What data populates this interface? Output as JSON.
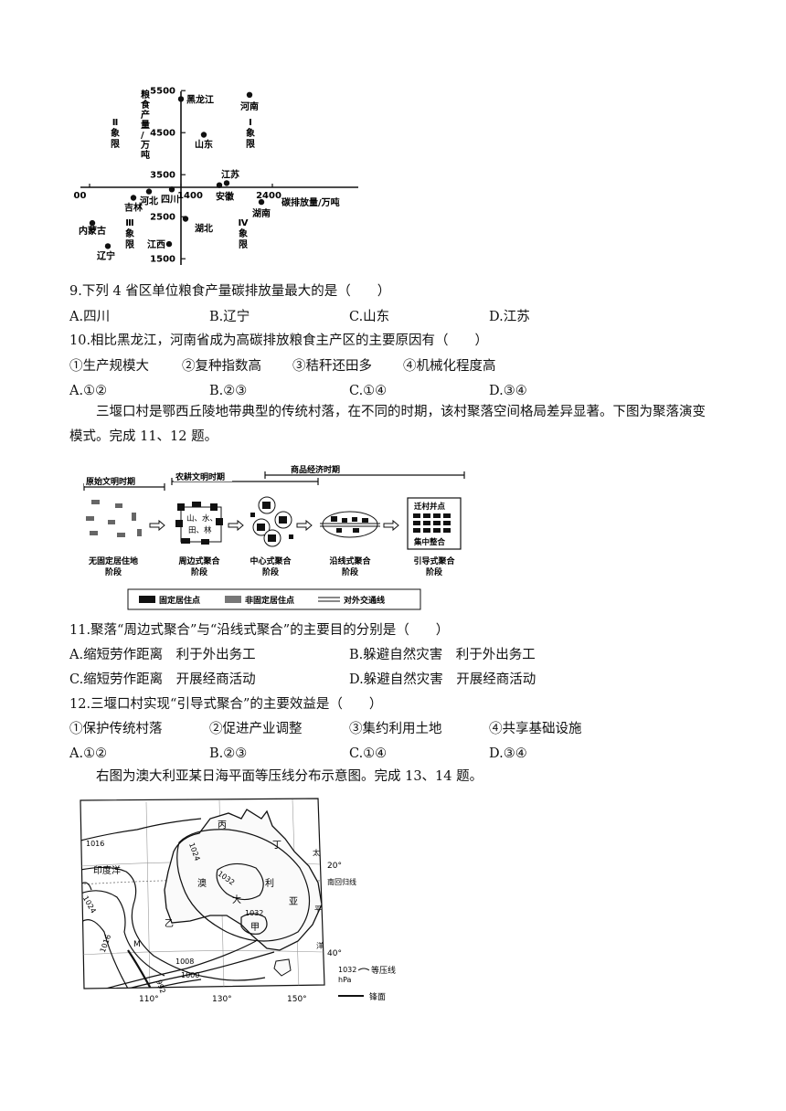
{
  "chart_data": {
    "type": "scatter",
    "title": "",
    "xlabel": "碳排放量/万吨",
    "ylabel": "粮食产量/万吨",
    "x_ticks": [
      "400",
      "1400",
      "2400"
    ],
    "y_ticks": [
      "5500",
      "4500",
      "3500",
      "2500",
      "1500"
    ],
    "quadrant_labels": [
      "Ⅰ象限",
      "Ⅱ象限",
      "Ⅲ象限",
      "Ⅳ象限"
    ],
    "points": [
      {
        "name": "黑龙江",
        "x": 1400,
        "y": 5300
      },
      {
        "name": "河南",
        "x": 2150,
        "y": 5400
      },
      {
        "name": "山东",
        "x": 1650,
        "y": 4450
      },
      {
        "name": "江苏",
        "x": 1900,
        "y": 3300
      },
      {
        "name": "安徽",
        "x": 1820,
        "y": 3250
      },
      {
        "name": "四川",
        "x": 1300,
        "y": 3150
      },
      {
        "name": "河北",
        "x": 1050,
        "y": 3100
      },
      {
        "name": "吉林",
        "x": 880,
        "y": 2950
      },
      {
        "name": "湖南",
        "x": 2280,
        "y": 2850
      },
      {
        "name": "湖北",
        "x": 1450,
        "y": 2450
      },
      {
        "name": "内蒙古",
        "x": 430,
        "y": 2350
      },
      {
        "name": "辽宁",
        "x": 600,
        "y": 1800
      },
      {
        "name": "江西",
        "x": 1270,
        "y": 1850
      }
    ]
  },
  "questions": {
    "q9": {
      "stem": "9.下列 4 省区单位粮食产量碳排放量最大的是（　　）",
      "options": [
        "A.四川",
        "B.辽宁",
        "C.山东",
        "D.江苏"
      ]
    },
    "q10": {
      "stem": "10.相比黑龙江，河南省成为高碳排放粮食主产区的主要原因有（　　）",
      "items": [
        "①生产规模大",
        "②复种指数高",
        "③秸秆还田多",
        "④机械化程度高"
      ],
      "options": [
        "A.①②",
        "B.②③",
        "C.①④",
        "D.③④"
      ]
    },
    "intro11_12": "三堰口村是鄂西丘陵地带典型的传统村落，在不同的时期，该村聚落空间格局差异显著。下图为聚落演变模式。完成 11、12 题。",
    "q11": {
      "stem": "11.聚落“周边式聚合”与“沿线式聚合”的主要目的分别是（　　）",
      "options": [
        "A.缩短劳作距离　利于外出务工",
        "B.躲避自然灾害　利于外出务工",
        "C.缩短劳作距离　开展经商活动",
        "D.躲避自然灾害　开展经商活动"
      ]
    },
    "q12": {
      "stem": "12.三堰口村实现“引导式聚合”的主要效益是（　　）",
      "items": [
        "①保护传统村落",
        "②促进产业调整",
        "③集约利用土地",
        "④共享基础设施"
      ],
      "options": [
        "A.①②",
        "B.②③",
        "C.①④",
        "D.③④"
      ]
    },
    "intro13_14": "右图为澳大利亚某日海平面等压线分布示意图。完成 13、14 题。"
  },
  "settlement_diagram": {
    "periods": [
      "原始文明时期",
      "农耕文明时期",
      "商品经济时期"
    ],
    "stages": [
      {
        "line1": "无固定居住地",
        "line2": "阶段"
      },
      {
        "line1": "周边式聚合",
        "line2": "阶段"
      },
      {
        "line1": "中心式聚合",
        "line2": "阶段"
      },
      {
        "line1": "沿线式聚合",
        "line2": "阶段"
      },
      {
        "line1": "引导式聚合",
        "line2": "阶段"
      }
    ],
    "center_text_1": "山、水、",
    "center_text_2": "田、林",
    "guided_top": "迁村并点",
    "guided_bottom": "集中整合",
    "legend": [
      "固定居住点",
      "非固定居住点",
      "对外交通线"
    ]
  },
  "map": {
    "places": [
      "丙",
      "丁",
      "甲",
      "乙",
      "M"
    ],
    "regions": [
      "澳",
      "大",
      "利",
      "亚",
      "印度洋"
    ],
    "ocean_right": [
      "太",
      "平",
      "洋"
    ],
    "isobars": [
      "1016",
      "1024",
      "1032",
      "1032",
      "1024",
      "1016",
      "1008",
      "1000",
      "992"
    ],
    "lat_labels": [
      "20°",
      "40°"
    ],
    "tropic_label": "南回归线",
    "lon_labels": [
      "110°",
      "130°",
      "150°"
    ],
    "legend_isobar_value": "1032",
    "legend_isobar_unit": "hPa",
    "legend_isobar_label": "等压线",
    "legend_front": "锋面"
  }
}
